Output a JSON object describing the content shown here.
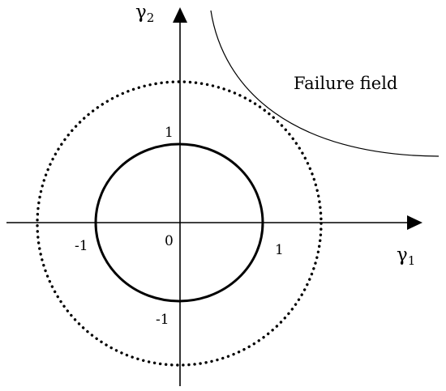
{
  "labels": {
    "y_axis_symbol": "γ",
    "y_axis_subscript": "2",
    "x_axis_symbol": "γ",
    "x_axis_subscript": "1",
    "origin": "0",
    "tick_x_pos": "1",
    "tick_x_neg": "-1",
    "tick_y_pos": "1",
    "tick_y_neg": "-1",
    "failure_field": "Failure field"
  },
  "colors": {
    "stroke": "#000000",
    "background": "#ffffff"
  }
}
